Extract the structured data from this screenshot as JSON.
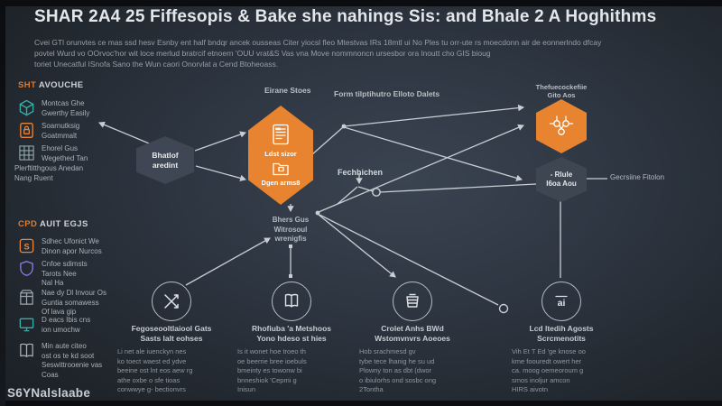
{
  "header": {
    "title": "SHAR 2A4 25 Fiffesopis & Bake she nahings Sis: and Bhale 2 A Hoghithms",
    "subtitle_lines": [
      "Cvei GTl orunvtes ce mas ssd hesv Esnby ent half bndqr ancek ousseas Citer yiocsl fleo Mtestvas IRs 18mtl ui No Ples tu orr-ute rs moecdonn air de eonnerlndo dfcay",
      "povtel Wurd vo OOrvoc'hor wit loce merlud bratrcif etnoern 'OUU vrat&S Vas vna Move nommnoncn ursesbor ora lnoutt cho GIS bioug",
      "toriet Unecatful ISnofa Sano the Wun caori Onorvlat a Cend Btoheoass."
    ]
  },
  "sidebar": {
    "section1": {
      "heading_accent": "SHT",
      "heading_rest": " AVOUCHE",
      "items": [
        {
          "icon": "cube-icon",
          "lines": [
            "Montcas Ghe",
            "Gwerthy Easily"
          ]
        },
        {
          "icon": "lock-document-icon",
          "lines": [
            "Soarnutksig",
            "Goatmmalt"
          ]
        },
        {
          "icon": "blueprint-grid-icon",
          "lines": [
            "Ehorel Gus",
            "Wegethed Tan"
          ],
          "overflow_lines": [
            "Plerftitthgous Anedan",
            "Nang Ruent"
          ]
        }
      ]
    },
    "section2": {
      "heading_accent": "CPD",
      "heading_rest": " AUIT EGJS",
      "items": [
        {
          "icon": "s-badge-icon",
          "lines": [
            "Sdhec Ufonict We",
            "Dinon apor Nurcos"
          ]
        },
        {
          "icon": "shield-icon",
          "lines": [
            "Cnfoe sdimsts",
            "Tarots Nee",
            "Nal Ha"
          ]
        },
        {
          "icon": "package-icon",
          "lines": [
            "Nae dy Dl Invour Os",
            "Guntia somawess",
            "Of lava gip"
          ]
        },
        {
          "icon": "monitor-icon",
          "lines": [
            "D eacs Ibis cns",
            "ion umochw"
          ]
        },
        {
          "icon": "book-icon",
          "lines": [
            "Min aute citeo",
            "ost os te kd soot",
            "Seswittrooenie vas",
            "Coas"
          ]
        }
      ]
    },
    "watermark": "S6YNalslaabe"
  },
  "diagram": {
    "left_hex": {
      "lines": [
        "Bhatlof",
        "aredint"
      ]
    },
    "center_hex": {
      "top_label": "Ldst sizor",
      "bottom_label": "Dgen arms8"
    },
    "right_dark_hex": {
      "lines": [
        "- Rlule",
        "I6oa Aou"
      ]
    },
    "labels": {
      "top_left": "Eirane Stoes",
      "top_right": "Form tilptihutro Elloto Dalets",
      "right_cap_lines": [
        "Thefuecockefiie",
        "Gito Aos"
      ],
      "mid": "Fechhichen",
      "right_side": "Gecrsiine Fitolon",
      "below_center_lines": [
        "Bhers Gus",
        "Witrosoul",
        "wrenigfis"
      ]
    }
  },
  "columns": [
    {
      "icon": "crossed-arrows-icon",
      "title_lines": [
        "Fegoseooltlaiool Gats",
        "Sasts lalt eohses"
      ],
      "body_lines": [
        "Li net ale iuenckyn nes",
        "ko toect waest ed ydve",
        "beeine ost lnt eos aew rg",
        "athe oxbe o sfe tioas",
        "conwwye g- bectionvrs"
      ]
    },
    {
      "icon": "open-book-icon",
      "title_lines": [
        "Rhofiuba 'a Metshoos",
        "Yono hdeso st hies"
      ],
      "body_lines": [
        "Is it wonet hoe troeo th",
        "oe beerrie bree ioebuls",
        "bmeinty es towonw bi",
        "bnneshiok 'Cepmi g",
        "Inisun"
      ]
    },
    {
      "icon": "layers-cup-icon",
      "title_lines": [
        "Crolet Anhs BWd",
        "Wstomvnvrs Aoeoes"
      ],
      "body_lines": [
        "Hob srachmesd gv",
        "tybe tece lhanig he su ud",
        "Plowny ton as dbt (dwor",
        "o ibiulorhs ond sosbc ong",
        "2Tontha"
      ]
    },
    {
      "icon": "ai-chip-icon",
      "title_lines": [
        "Lcd ltedih Agosts",
        "Scrcmenotits"
      ],
      "body_lines": [
        "Vih Et T Ed 'ge knose oo",
        "kme foouredt owert her",
        "ca. moog oemeoroum g",
        "smos inoljur amcon",
        "HIRS aivotn"
      ]
    }
  ],
  "colors": {
    "accent_orange": "#E8842F",
    "teal": "#35B0A8",
    "purple": "#8B7FE0",
    "line": "#C9CED4",
    "background_center": "#3A4450",
    "background_edge": "#1B1F25"
  }
}
